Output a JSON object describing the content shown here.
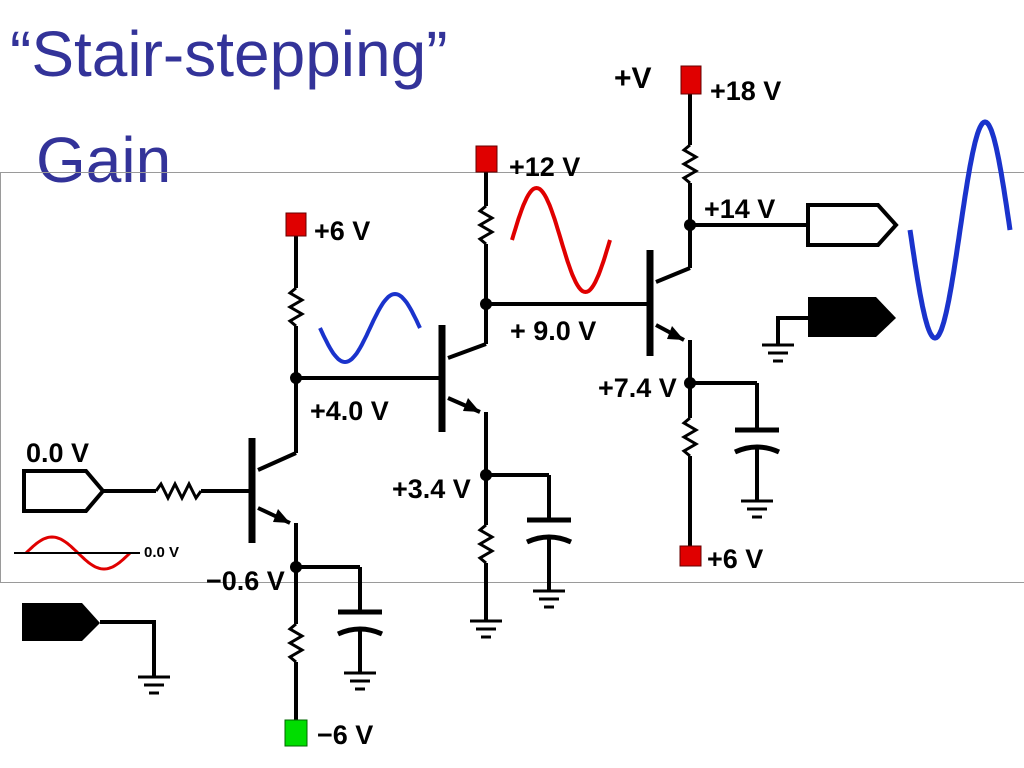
{
  "title": {
    "line1": "“Stair-stepping”",
    "line2": "Gain"
  },
  "labels": {
    "supply_symbol": "+V",
    "supply_18v": "+18 V",
    "supply_12v": "+12 V",
    "supply_6v_stage1": "+6 V",
    "supply_6v_stage3": "+6 V",
    "supply_neg6v": "−6 V",
    "node_14v": "+14 V",
    "node_9v": "+ 9.0 V",
    "node_7_4v": "+7.4 V",
    "node_4v": "+4.0 V",
    "node_3_4v": "+3.4 V",
    "node_neg0_6v": "−0.6 V",
    "input_dc": "0.0 V",
    "input_ac": "0.0 V"
  },
  "colors": {
    "title": "#333399",
    "positive_supply": "#e00000",
    "negative_supply": "#00dd00",
    "waveform_small": "#1a33cc",
    "waveform_mid": "#e00000",
    "waveform_large": "#1a33cc",
    "input_wave": "#e00000"
  }
}
